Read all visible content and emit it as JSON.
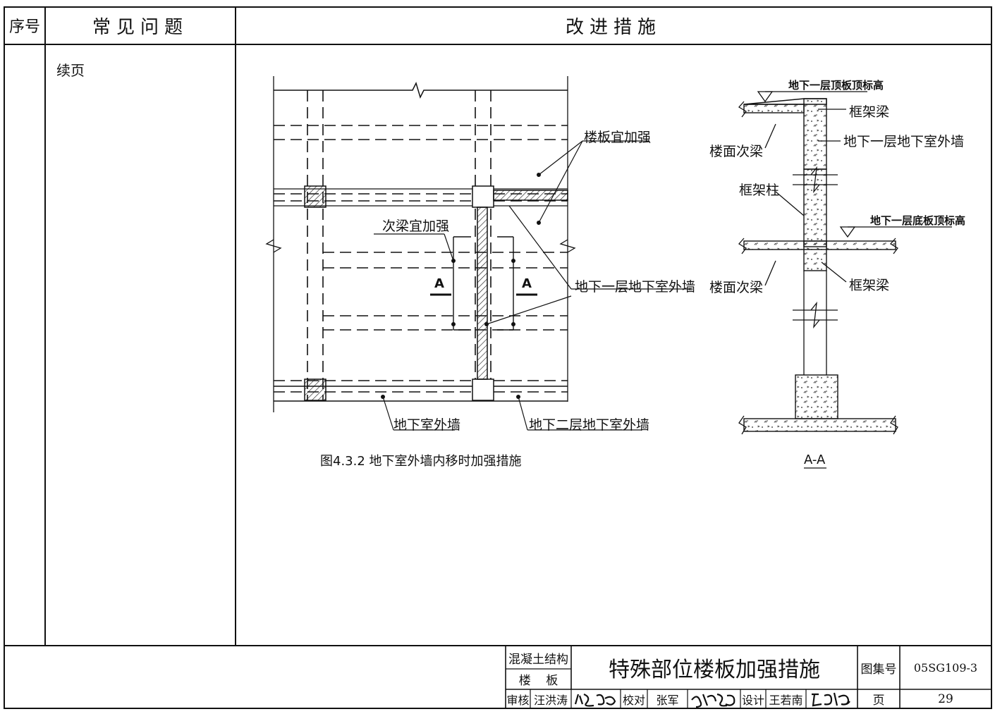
{
  "header": {
    "col_no": "序号",
    "col_issue": "常见问题",
    "col_measure": "改进措施"
  },
  "issue_cell": {
    "continued": "续页"
  },
  "plan_figure": {
    "labels": {
      "slab": "楼板宜加强",
      "secondary_beam": "次梁宜加强",
      "b1_wall": "地下一层地下室外墙",
      "basement_wall": "地下室外墙",
      "b2_wall": "地下二层地下室外墙",
      "section_left": "A",
      "section_right": "A"
    },
    "caption": "图4.3.2  地下室外墙内移时加强措施"
  },
  "section_figure": {
    "labels": {
      "top_level": "地下一层顶板顶标高",
      "frame_beam_top": "框架梁",
      "floor_beam_top": "楼面次梁",
      "b1_wall": "地下一层地下室外墙",
      "frame_column": "框架柱",
      "bottom_level": "地下一层底板顶标高",
      "floor_beam_bottom": "楼面次梁",
      "frame_beam_bottom": "框架梁"
    },
    "caption": "A-A"
  },
  "title_block": {
    "category_1": "混凝土结构",
    "category_2": "楼    板",
    "title": "特殊部位楼板加强措施",
    "atlas_label": "图集号",
    "atlas_no": "05SG109-3",
    "page_label": "页",
    "page_no": "29",
    "review_label": "审核",
    "reviewer": "汪洪涛",
    "check_label": "校对",
    "checker": "张军",
    "design_label": "设计",
    "designer": "王若南"
  }
}
